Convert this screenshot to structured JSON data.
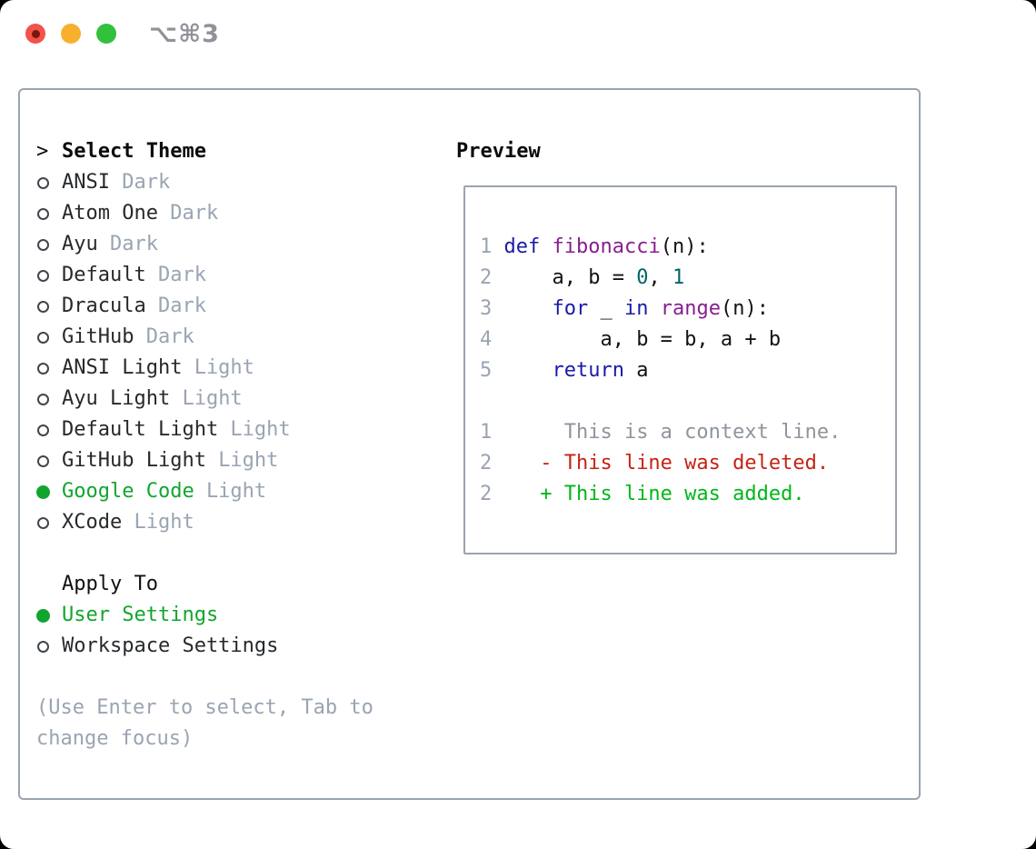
{
  "window": {
    "shortcut_label": "⌥⌘3"
  },
  "theme_picker": {
    "header": {
      "prefix": ">",
      "label": "Select Theme"
    },
    "themes": [
      {
        "name": "ANSI",
        "variant": "Dark",
        "selected": false
      },
      {
        "name": "Atom One",
        "variant": "Dark",
        "selected": false
      },
      {
        "name": "Ayu",
        "variant": "Dark",
        "selected": false
      },
      {
        "name": "Default",
        "variant": "Dark",
        "selected": false
      },
      {
        "name": "Dracula",
        "variant": "Dark",
        "selected": false
      },
      {
        "name": "GitHub",
        "variant": "Dark",
        "selected": false
      },
      {
        "name": "ANSI Light",
        "variant": "Light",
        "selected": false
      },
      {
        "name": "Ayu Light",
        "variant": "Light",
        "selected": false
      },
      {
        "name": "Default Light",
        "variant": "Light",
        "selected": false
      },
      {
        "name": "GitHub Light",
        "variant": "Light",
        "selected": false
      },
      {
        "name": "Google Code",
        "variant": "Light",
        "selected": true
      },
      {
        "name": "XCode",
        "variant": "Light",
        "selected": false
      }
    ],
    "apply_to": {
      "label": "Apply To",
      "options": [
        {
          "name": "User Settings",
          "selected": true
        },
        {
          "name": "Workspace Settings",
          "selected": false
        }
      ]
    },
    "hint_lines": [
      "(Use Enter to select, Tab to",
      "change focus)"
    ]
  },
  "preview": {
    "label": "Preview",
    "lines": [
      {
        "num": "1",
        "spans": [
          [
            "pln",
            " "
          ],
          [
            "kwd",
            "def"
          ],
          [
            "pln",
            " "
          ],
          [
            "typ",
            "fibonacci"
          ],
          [
            "pln",
            "(n):"
          ]
        ]
      },
      {
        "num": "2",
        "spans": [
          [
            "pln",
            "     a, b = "
          ],
          [
            "lit",
            "0"
          ],
          [
            "pln",
            ", "
          ],
          [
            "lit",
            "1"
          ]
        ]
      },
      {
        "num": "3",
        "spans": [
          [
            "pln",
            "     "
          ],
          [
            "kwd",
            "for"
          ],
          [
            "pln",
            " _ "
          ],
          [
            "kwd",
            "in"
          ],
          [
            "pln",
            " "
          ],
          [
            "typ",
            "range"
          ],
          [
            "pln",
            "(n):"
          ]
        ]
      },
      {
        "num": "4",
        "spans": [
          [
            "pln",
            "         a, b = b, a + b"
          ]
        ]
      },
      {
        "num": "5",
        "spans": [
          [
            "pln",
            "     "
          ],
          [
            "kwd",
            "return"
          ],
          [
            "pln",
            " a"
          ]
        ]
      },
      {
        "num": "",
        "spans": []
      },
      {
        "num": "1",
        "spans": [
          [
            "ctx",
            "      This is a context line."
          ]
        ]
      },
      {
        "num": "2",
        "spans": [
          [
            "del",
            "    - This line was deleted."
          ]
        ]
      },
      {
        "num": "2",
        "spans": [
          [
            "add",
            "    + This line was added."
          ]
        ]
      }
    ]
  },
  "colors": {
    "accent_green": "#12a52e",
    "muted_gray": "#9aa4b2",
    "context_gray": "#8e959c",
    "text_dark": "#26292c",
    "border_gray": "#9aa3b0",
    "keyword_blue": "#1a1aa8",
    "type_purple": "#871e90",
    "literal_teal": "#006666",
    "diff_red": "#c52314",
    "diff_green": "#00b718",
    "traffic_red": "#f1524a",
    "traffic_yellow": "#f7b02d",
    "traffic_green": "#31c13c"
  }
}
